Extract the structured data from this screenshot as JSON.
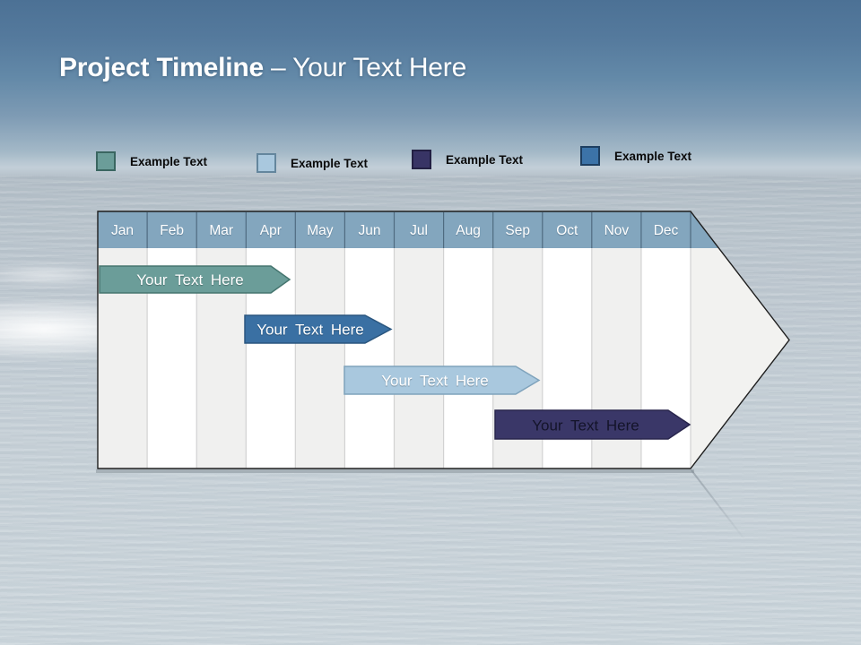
{
  "title": {
    "main": "Project Timeline",
    "suffix": "– Your Text Here"
  },
  "legend": {
    "items": [
      {
        "label": "Example Text",
        "color": "#6B9D99",
        "border": "#3A6661"
      },
      {
        "label": "Example Text",
        "color": "#A9C8DE",
        "border": "#64869D"
      },
      {
        "label": "Example Text",
        "color": "#383465",
        "border": "#232043"
      },
      {
        "label": "Example Text",
        "color": "#3C73A8",
        "border": "#1E3F61"
      }
    ]
  },
  "timeline": {
    "months": [
      "Jan",
      "Feb",
      "Mar",
      "Apr",
      "May",
      "Jun",
      "Jul",
      "Aug",
      "Sep",
      "Oct",
      "Nov",
      "Dec"
    ],
    "header_color": "#83A6BE",
    "bars": [
      {
        "label": "Your Text Here",
        "start_month": "Jan",
        "end_month": "Apr",
        "fill": "#6B9D99",
        "border": "#45756F",
        "text_color": "#FFFFFF"
      },
      {
        "label": "Your Text Here",
        "start_month": "Apr",
        "end_month": "Jun",
        "fill": "#3A70A3",
        "border": "#2A567F",
        "text_color": "#FFFFFF"
      },
      {
        "label": "Your Text Here",
        "start_month": "Jun",
        "end_month": "Sep",
        "fill": "#A9C8DE",
        "border": "#7FA3BC",
        "text_color": "#FFFFFF"
      },
      {
        "label": "Your Text Here",
        "start_month": "Sep",
        "end_month": "Dec",
        "fill": "#3A3768",
        "border": "#28254C",
        "text_color": "#14142A"
      }
    ]
  }
}
